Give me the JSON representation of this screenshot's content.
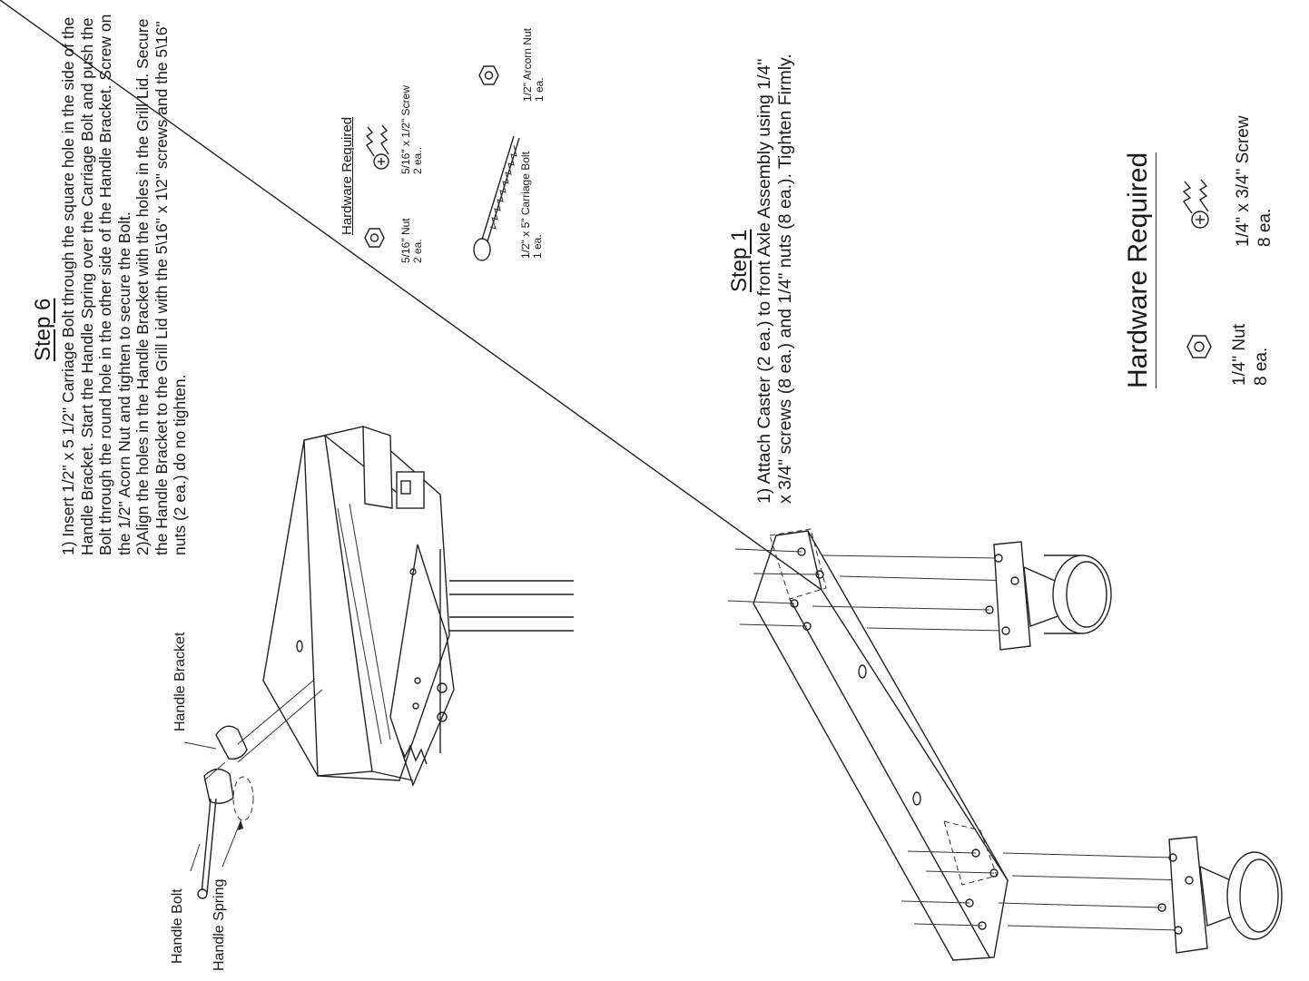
{
  "step6": {
    "title": "Step 6",
    "lines": [
      "1) Insert 1/2\" x 5 1/2\" Carriage Bolt through the square hole in the side of the",
      "Handle Bracket.  Start the Handle Spring over the Carriage Bolt and push the",
      "Bolt through the round hole in the other side of the Handle Bracket.  Screw on",
      "the 1/2\" Acorn Nut and tighten to secure the Bolt.",
      "2)Align the holes in the Handle Bracket with the holes in the Grill Lid. Secure",
      "the Handle Bracket to the Grill Lid with the 5\\16\" x 1\\2\" screws and the 5\\16\"",
      "nuts (2 ea.) do no tighten."
    ],
    "hardware": {
      "heading": "Hardware Required",
      "items": [
        {
          "name": "5/16\" Nut",
          "qty": "2 ea.",
          "icon": "hex-nut-icon"
        },
        {
          "name": "5/16\" x 1/2\" Screw",
          "qty": "2 ea..",
          "icon": "screw-icon"
        },
        {
          "name": "1/2\" x 5\" Carriage Bolt",
          "qty": "1 ea.",
          "icon": "carriage-bolt-icon"
        },
        {
          "name": "1/2\" Arcorn Nut",
          "qty": "1 ea.",
          "icon": "acorn-nut-icon"
        }
      ]
    },
    "callouts": {
      "handle_bracket": "Handle Bracket",
      "handle_bolt": "Handle Bolt",
      "handle_spring": "Handle Spring"
    }
  },
  "step1": {
    "title": "Step 1",
    "lines": [
      "1) Attach Caster (2 ea.) to front Axle Assembly using 1/4\"",
      "x 3/4\" screws (8 ea.) and 1/4\" nuts (8 ea.). Tighten Firmly."
    ],
    "hardware": {
      "heading": "Hardware Required",
      "items": [
        {
          "name": "1/4\" Nut",
          "qty": "8 ea.",
          "icon": "hex-nut-icon"
        },
        {
          "name": "1/4\" x 3/4\" Screw",
          "qty": "8 ea.",
          "icon": "screw-icon"
        }
      ]
    }
  }
}
